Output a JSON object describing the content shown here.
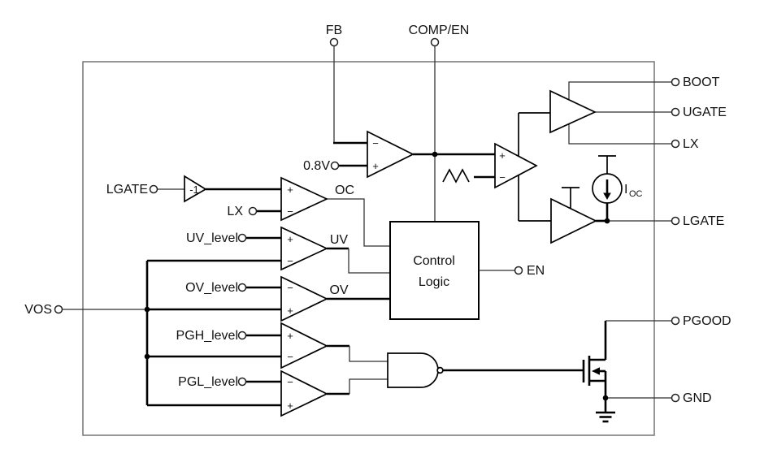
{
  "figure": {
    "kind": "ic-functional-block-diagram",
    "background": "#ffffff",
    "line_color": "#000000",
    "boundary_color": "#7d7d7d"
  },
  "pins": {
    "fb": "FB",
    "comp_en": "COMP/EN",
    "boot": "BOOT",
    "ugate": "UGATE",
    "lx": "LX",
    "lgate": "LGATE",
    "en": "EN",
    "pgood": "PGOOD",
    "gnd": "GND",
    "vos": "VOS"
  },
  "inputs": {
    "lgate_sense": "LGATE",
    "lx_sense": "LX",
    "vref": "0.8V",
    "uv_level": "UV_level",
    "ov_level": "OV_level",
    "pgh_level": "PGH_level",
    "pgl_level": "PGL_level"
  },
  "signals": {
    "oc": "OC",
    "uv": "UV",
    "ov": "OV"
  },
  "blocks": {
    "control_logic": [
      "Control",
      "Logic"
    ],
    "inverter_gain": "-1"
  },
  "current_source": {
    "name": "I",
    "sub": "OC"
  },
  "signs": {
    "plus": "+",
    "minus": "−"
  }
}
